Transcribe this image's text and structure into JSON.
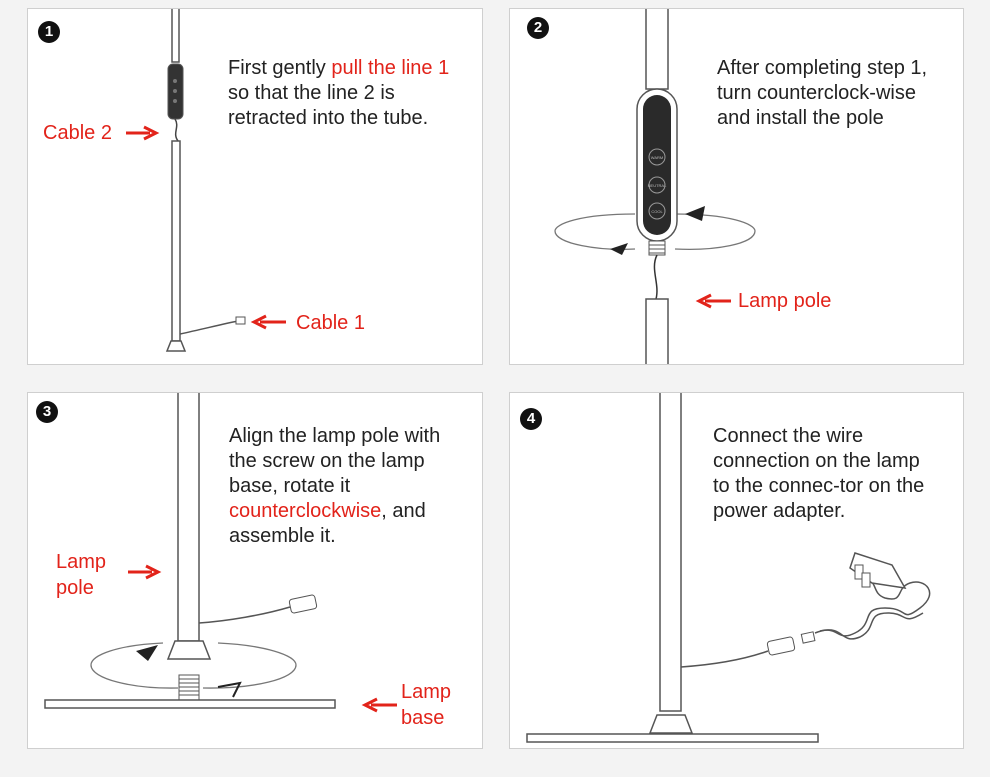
{
  "steps": [
    {
      "number": "1",
      "text_before": "First gently ",
      "text_highlight": "pull the line 1",
      "text_after": " so that the line 2 is retracted into the tube.",
      "labels": [
        "Cable 2",
        "Cable 1"
      ]
    },
    {
      "number": "2",
      "text": "After completing step 1, turn counterclock-wise and install the pole",
      "labels": [
        "Lamp pole"
      ],
      "button_text": [
        "WARM",
        "NEUTRAL",
        "COOL"
      ]
    },
    {
      "number": "3",
      "text_before": "Align the lamp pole with the screw on the lamp base, rotate it ",
      "text_highlight": "counterclockwise",
      "text_after": ", and assemble it.",
      "labels": [
        "Lamp pole",
        "Lamp base"
      ]
    },
    {
      "number": "4",
      "text": "Connect the wire connection on the lamp to the connec-tor on the power adapter.",
      "labels": []
    }
  ],
  "colors": {
    "accent": "#e2231a",
    "line": "#555555",
    "panel_border": "#cfcfcf"
  }
}
